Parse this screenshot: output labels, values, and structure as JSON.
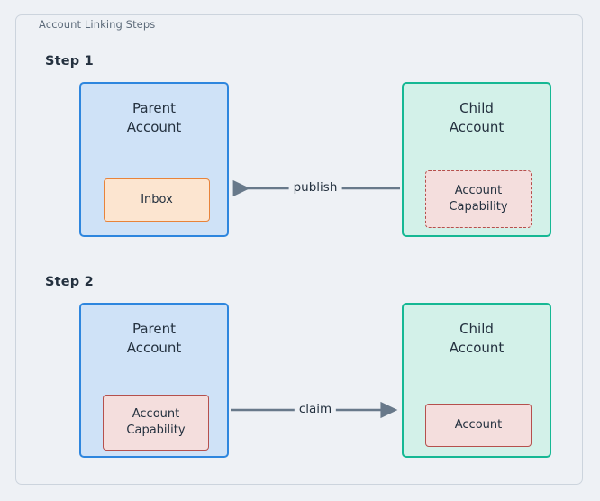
{
  "frame": {
    "title": "Account Linking Steps"
  },
  "steps": [
    {
      "label": "Step 1",
      "parent": {
        "title": "Parent\nAccount",
        "inner": "Inbox"
      },
      "child": {
        "title": "Child\nAccount",
        "inner": "Account\nCapability"
      },
      "edge": {
        "label": "publish",
        "direction": "left"
      }
    },
    {
      "label": "Step 2",
      "parent": {
        "title": "Parent\nAccount",
        "inner": "Account\nCapability"
      },
      "child": {
        "title": "Child\nAccount",
        "inner": "Account"
      },
      "edge": {
        "label": "claim",
        "direction": "right"
      }
    }
  ],
  "colors": {
    "parent_border": "#2e86de",
    "parent_fill": "#cfe2f7",
    "child_border": "#16b894",
    "child_fill": "#d3f1e9",
    "inbox_border": "#e8833a",
    "inbox_fill": "#fce5d0",
    "capability_border": "#b5504d",
    "capability_fill": "#f4dedd",
    "edge": "#68798a",
    "text": "#24313f",
    "frame_border": "#ccd4dd",
    "background": "#eef1f5"
  }
}
